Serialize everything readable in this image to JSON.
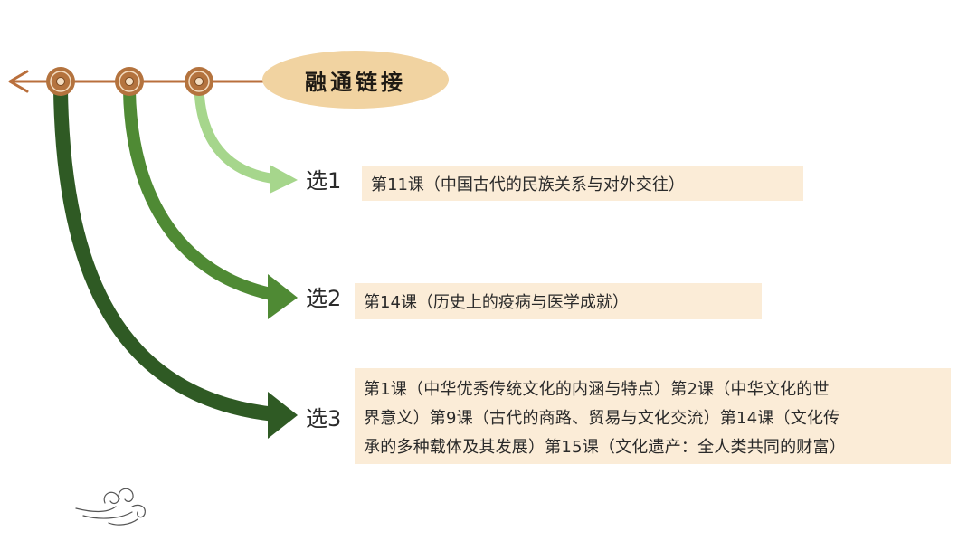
{
  "title": "融通链接",
  "colors": {
    "timeline": "#b96f3c",
    "node_fill": "#b4733e",
    "node_inner": "#f3dcc0",
    "title_bg": "#f1d3a1",
    "arrow_1": "#a6d68c",
    "arrow_2": "#4f8a34",
    "arrow_3": "#2f5a24",
    "box_bg": "#fbecd7"
  },
  "options": [
    {
      "label": "选1",
      "text": "第11课（中国古代的民族关系与对外交往）"
    },
    {
      "label": "选2",
      "text": "第14课（历史上的疫病与医学成就）"
    },
    {
      "label": "选3",
      "lines": [
        "第1课（中华优秀传统文化的内涵与特点）第2课（中华文化的世",
        "界意义）第9课（古代的商路、贸易与文化交流）第14课（文化传",
        "承的多种载体及其发展）第15课（文化遗产：全人类共同的财富）"
      ]
    }
  ],
  "icons": [
    "left-arrow-icon",
    "timeline-node-icon",
    "cloud-ornament-icon"
  ]
}
